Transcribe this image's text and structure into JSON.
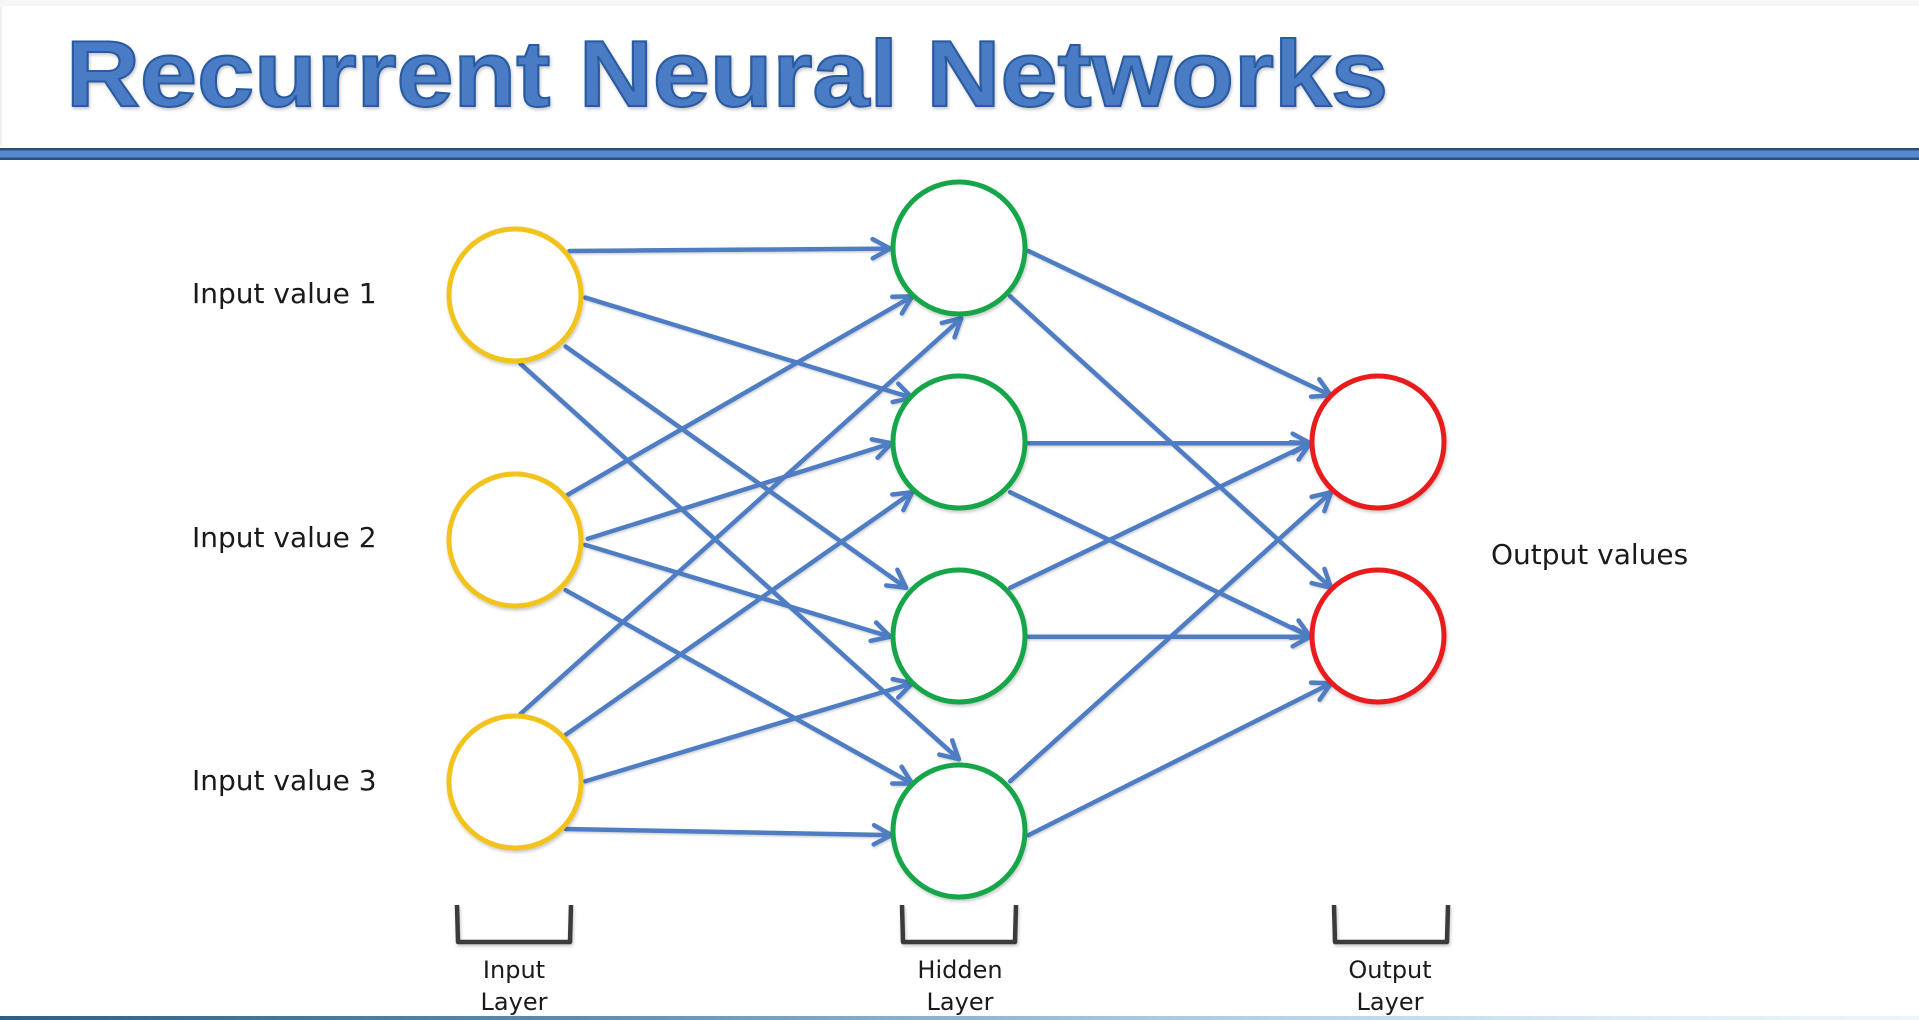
{
  "slide": {
    "title": "Recurrent Neural Networks",
    "colors": {
      "title_fill": "#4a7cc4",
      "title_stroke": "#2a5aa0",
      "rule_dark": "#2a4f7a",
      "rule_light": "#5589d4",
      "edge": "#4f7dc3",
      "input_node": "#f2c31a",
      "hidden_node": "#12a64a",
      "output_node": "#e81c1c",
      "bracket": "#3a3a3a",
      "text": "#1a1a1a"
    }
  },
  "network": {
    "input_labels": [
      "Input value 1",
      "Input value 2",
      "Input value 3"
    ],
    "output_label": "Output values",
    "layers": [
      {
        "name": "input",
        "label_line1": "Input",
        "label_line2": "Layer",
        "node_count": 3
      },
      {
        "name": "hidden",
        "label_line1": "Hidden",
        "label_line2": "Layer",
        "node_count": 4
      },
      {
        "name": "output",
        "label_line1": "Output",
        "label_line2": "Layer",
        "node_count": 2
      }
    ],
    "connections": [
      {
        "from": "input-1",
        "to": "hidden-1"
      },
      {
        "from": "input-1",
        "to": "hidden-2"
      },
      {
        "from": "input-1",
        "to": "hidden-3"
      },
      {
        "from": "input-1",
        "to": "hidden-4"
      },
      {
        "from": "input-2",
        "to": "hidden-1"
      },
      {
        "from": "input-2",
        "to": "hidden-2"
      },
      {
        "from": "input-2",
        "to": "hidden-3"
      },
      {
        "from": "input-2",
        "to": "hidden-4"
      },
      {
        "from": "input-3",
        "to": "hidden-1"
      },
      {
        "from": "input-3",
        "to": "hidden-2"
      },
      {
        "from": "input-3",
        "to": "hidden-3"
      },
      {
        "from": "input-3",
        "to": "hidden-4"
      },
      {
        "from": "hidden-1",
        "to": "output-1"
      },
      {
        "from": "hidden-1",
        "to": "output-2"
      },
      {
        "from": "hidden-2",
        "to": "output-1"
      },
      {
        "from": "hidden-2",
        "to": "output-2"
      },
      {
        "from": "hidden-3",
        "to": "output-1"
      },
      {
        "from": "hidden-3",
        "to": "output-2"
      },
      {
        "from": "hidden-4",
        "to": "output-1"
      },
      {
        "from": "hidden-4",
        "to": "output-2"
      }
    ]
  }
}
